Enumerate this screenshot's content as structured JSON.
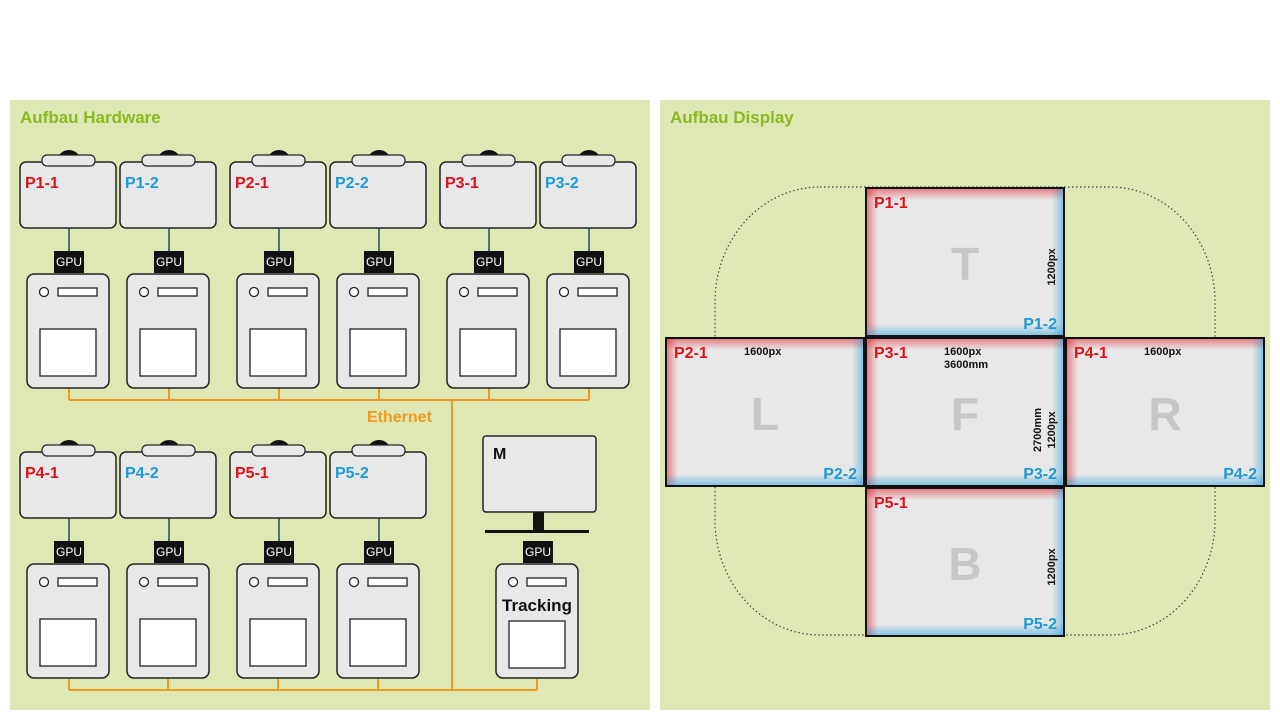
{
  "hardware": {
    "title": "Aufbau Hardware",
    "gpu_label": "GPU",
    "ethernet_label": "Ethernet",
    "monitor_label": "M",
    "tracking_label": "Tracking",
    "projectors": [
      "P1-1",
      "P1-2",
      "P2-1",
      "P2-2",
      "P3-1",
      "P3-2",
      "P4-1",
      "P4-2",
      "P5-1",
      "P5-2"
    ]
  },
  "display": {
    "title": "Aufbau Display",
    "screens": [
      {
        "letter": "T",
        "top_label": "P1-1",
        "bottom_label": "P1-2",
        "vertical_text": "1200px"
      },
      {
        "letter": "L",
        "top_label": "P2-1",
        "bottom_label": "P2-2",
        "width_text": "1600px"
      },
      {
        "letter": "F",
        "top_label": "P3-1",
        "bottom_label": "P3-2",
        "width_text": "1600px",
        "width_text_2": "3600mm",
        "vertical_text": "1200px",
        "vertical_text_2": "2700mm"
      },
      {
        "letter": "R",
        "top_label": "P4-1",
        "bottom_label": "P4-2",
        "width_text": "1600px"
      },
      {
        "letter": "B",
        "top_label": "P5-1",
        "bottom_label": "P5-2",
        "vertical_text": "1200px"
      }
    ]
  },
  "colors": {
    "panel_bg": "#dde8b5",
    "title_green": "#8cb820",
    "red": "#e0101a",
    "blue": "#1a9ad8",
    "ethernet_orange": "#f39a1c",
    "device_fill": "#e8e8e8"
  }
}
